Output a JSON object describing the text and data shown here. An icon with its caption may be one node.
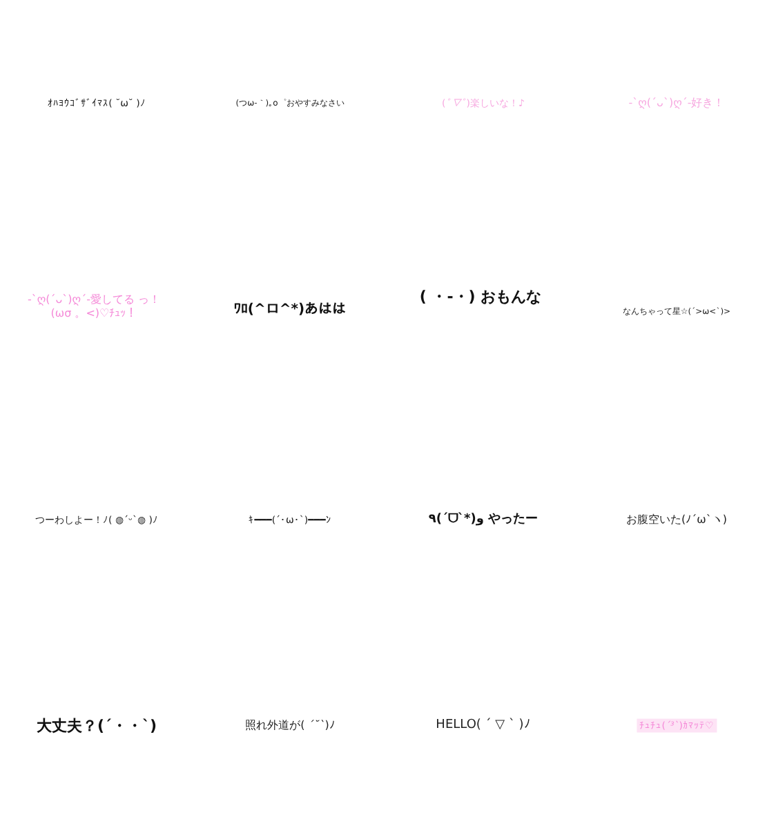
{
  "diagram": {
    "labels": [
      "ｵﾊﾖｳｺﾞｻﾞｲﾏｽ( ˘ω˘ )ﾉ",
      "(つω-｀)｡o゜おやすみなさい",
      "(*ﾟ▽ﾟ*)楽しいな！♪",
      "-`ღ(´ᴗ`)ღ´-好き！",
      "-`ღ(´ᴗ`)ღ´-愛してる っ！(ωσ 。<)♡ﾁｭｯ！",
      "ﾜﾛ(^ロ^*)あはは",
      "( ・-・) おもんな",
      "なんちゃって星☆(´>ω<`)>",
      "つーわしよー！ﾉ( ◍´ᵕ`◍ )ﾉ",
      "ｷ━━━(´･ω･`)━━━ﾝ",
      "٩(ˊᗜˋ*)و やったー",
      "お腹空いた(ﾉ´ω`ヽ)",
      "大丈夫？(´・・`)",
      "照れ外道が( *´˘`*)ﾉ",
      "HELLO( ´ ▽ ` )ﾉ",
      "ﾁｭﾁｭ(*´³`*)ｶﾏｯﾃ♡"
    ]
  }
}
